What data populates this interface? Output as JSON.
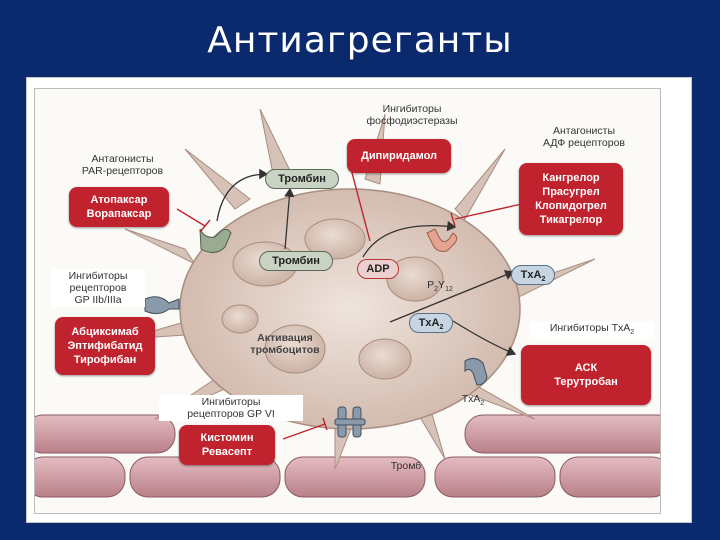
{
  "slide": {
    "title": "Антиагреганты"
  },
  "diagram": {
    "labels": {
      "pde_inhibitors": [
        "Ингибиторы",
        "фосфодиэстеразы"
      ],
      "adp_antagonists": [
        "Антагонисты",
        "АДФ рецепторов"
      ],
      "par_antagonists": [
        "Антагонисты",
        "PAR-рецепторов"
      ],
      "gp2b3a_inhibitors": [
        "Ингибиторы",
        "рецепторов",
        "GP IIb/IIIa"
      ],
      "gp6_inhibitors": [
        "Ингибиторы",
        "рецепторов GP VI"
      ],
      "txa2_inhibitors": "Ингибиторы TxA",
      "activation": [
        "Активация",
        "тромбоцитов"
      ],
      "thrombus": "Тромб",
      "p2y12": "P",
      "p2y12_sub1": "2",
      "p2y12_mid": "Y",
      "p2y12_sub2": "12",
      "txa2_low": "TxA",
      "sub2": "2"
    },
    "drug_boxes": {
      "pde": [
        "Дипиридамол"
      ],
      "adp": [
        "Кангрелор",
        "Прасугрел",
        "Клопидогрел",
        "Тикагрелор"
      ],
      "par": [
        "Атопаксар",
        "Ворапаксар"
      ],
      "gp2b3a": [
        "Абциксимаб",
        "Эптифибатид",
        "Тирофибан"
      ],
      "gp6": [
        "Кистомин",
        "Ревасепт"
      ],
      "txa2": [
        "АСК",
        "Терутробан"
      ]
    },
    "pills": {
      "thrombin_top": "Тромбин",
      "thrombin_bottom": "Тромбин",
      "adp": "ADP",
      "txa2_upper": "TxA",
      "txa2_mid": "TxA"
    },
    "colors": {
      "slide_bg": "#0b2a6e",
      "drug_box": "#c0232e",
      "platelet": "#d9c7bd",
      "vessel_cell": "#c99aa2"
    }
  }
}
